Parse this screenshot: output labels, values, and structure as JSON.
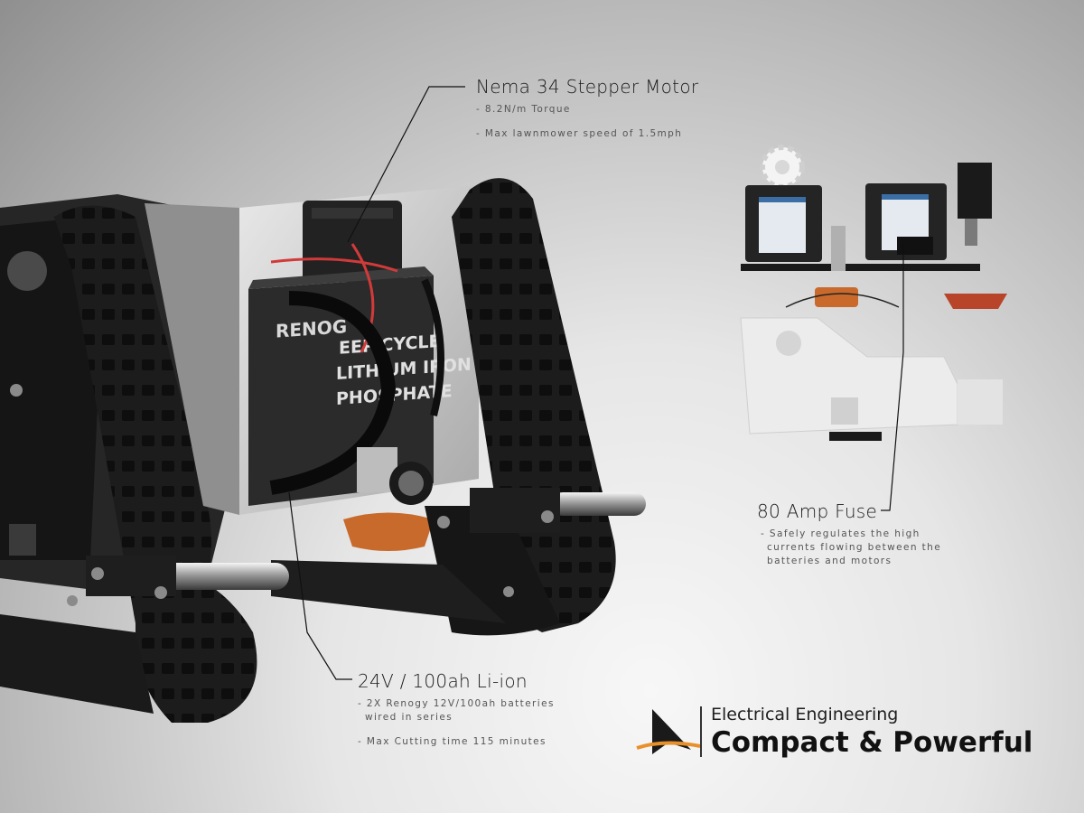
{
  "callouts": {
    "motor": {
      "title": "Nema 34 Stepper Motor",
      "notes": [
        "- 8.2N/m  Torque",
        "- Max  lawnmower  speed  of  1.5mph"
      ]
    },
    "fuse": {
      "title": "80 Amp Fuse",
      "notes": [
        "- Safely  regulates  the  high",
        "currents  flowing  between  the",
        "batteries  and  motors"
      ]
    },
    "battery": {
      "title": "24V / 100ah Li-ion",
      "notes": [
        "- 2X  Renogy  12V/100ah  batteries",
        "wired  in  series",
        "- Max  Cutting  time  115  minutes"
      ]
    }
  },
  "battery_label": {
    "brand": "RENOG",
    "text": [
      "EEP CYCLE",
      "LITHIUM IRON",
      "PHOSPHATE"
    ]
  },
  "branding": {
    "subtitle": "Electrical Engineering",
    "headline": "Compact & Powerful"
  },
  "colors": {
    "track": "#1b1b1b",
    "battery": "#2a2a2a",
    "plate": "#cfcfcf",
    "accent_orange": "#d0783a",
    "logo_orange": "#e8902a"
  }
}
